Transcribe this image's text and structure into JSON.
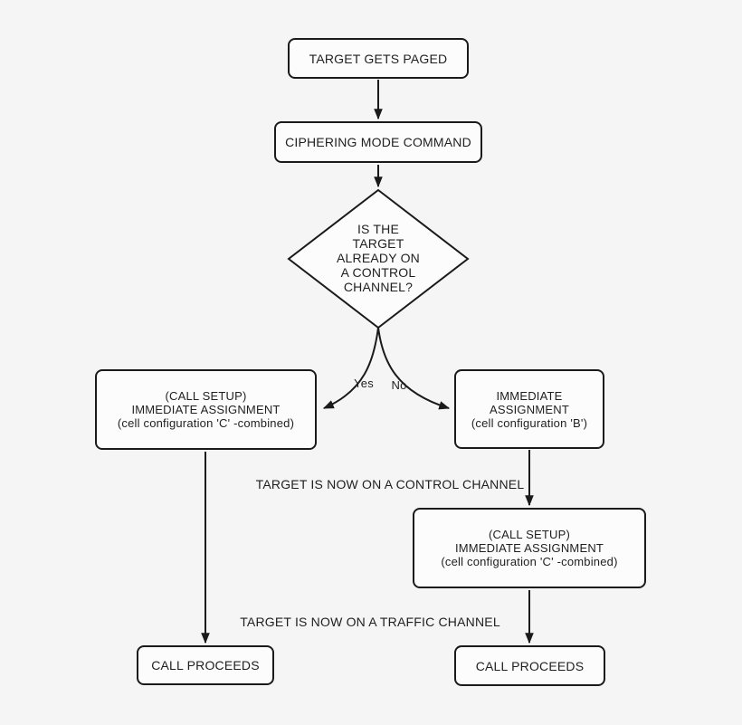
{
  "canvas": {
    "background": "#f5f5f5",
    "box_fill": "#fcfcfc",
    "line_color": "#1a1a1a",
    "text_color": "#1f1f1f"
  },
  "nodes": {
    "target_gets_paged": {
      "label": "TARGET GETS PAGED"
    },
    "ciphering_mode_command": {
      "label": "CIPHERING MODE COMMAND"
    },
    "decision_control_channel": {
      "label": "IS THE\nTARGET\nALREADY ON\nA CONTROL\nCHANNEL?"
    },
    "assignment_combined_left": {
      "label": "(CALL SETUP)\nIMMEDIATE ASSIGNMENT\n(cell configuration 'C' -combined)"
    },
    "assignment_b": {
      "label": "IMMEDIATE\nASSIGNMENT\n(cell configuration 'B')"
    },
    "assignment_combined_right": {
      "label": "(CALL SETUP)\nIMMEDIATE ASSIGNMENT\n(cell configuration 'C' -combined)"
    },
    "call_proceeds_left": {
      "label": "CALL PROCEEDS"
    },
    "call_proceeds_right": {
      "label": "CALL PROCEEDS"
    }
  },
  "edge_labels": {
    "yes": "Yes",
    "no": "No"
  },
  "annotations": {
    "control_channel": "TARGET IS NOW ON A CONTROL CHANNEL",
    "traffic_channel": "TARGET IS NOW ON A TRAFFIC CHANNEL"
  }
}
